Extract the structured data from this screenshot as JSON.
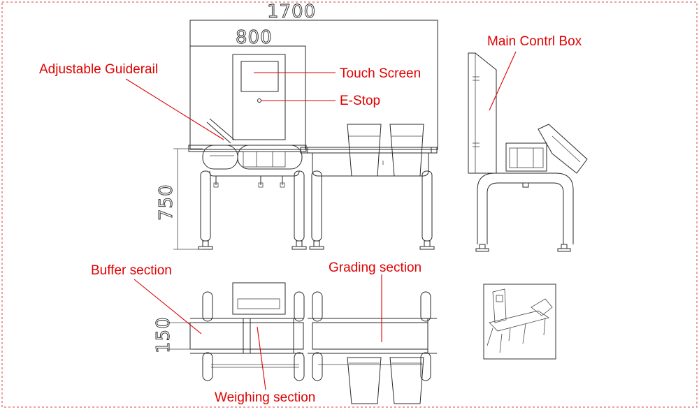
{
  "colors": {
    "annotation": "#e00000",
    "linework": "#2a2a2a",
    "border": "#e04040"
  },
  "dimensions": {
    "overall_length": "1700",
    "weighing_length": "800",
    "height": "750",
    "belt_width": "150"
  },
  "labels": {
    "adjustable_guiderail": "Adjustable Guiderail",
    "touch_screen": "Touch Screen",
    "e_stop": "E-Stop",
    "main_control_box": "Main Contrl Box",
    "buffer_section": "Buffer section",
    "grading_section": "Grading section",
    "weighing_section": "Weighing section"
  }
}
